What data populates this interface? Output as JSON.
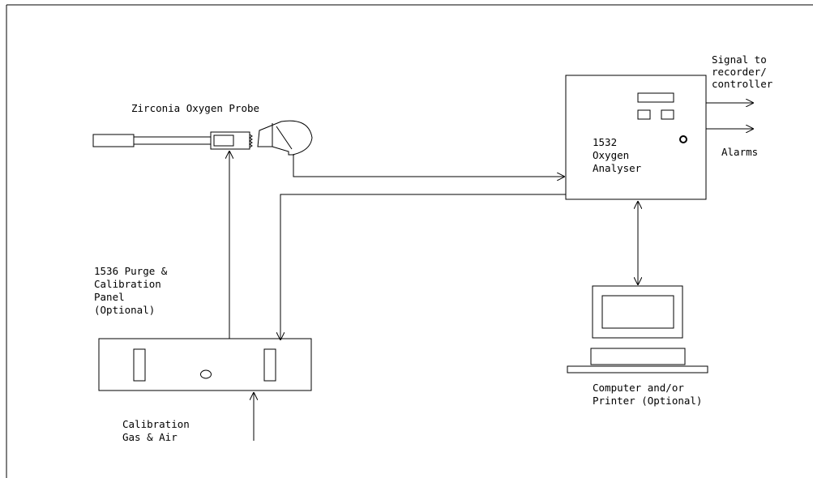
{
  "labels": {
    "probe": "Zirconia Oxygen Probe",
    "signal": [
      "Signal to",
      "recorder/",
      "controller"
    ],
    "alarms": "Alarms",
    "analyser": [
      "1532",
      "Oxygen",
      "Analyser"
    ],
    "panel": [
      "1536 Purge &",
      "Calibration",
      "Panel",
      "(Optional)"
    ],
    "calgas": [
      "Calibration",
      "Gas & Air"
    ],
    "computer": [
      "Computer and/or",
      "Printer (Optional)"
    ]
  }
}
